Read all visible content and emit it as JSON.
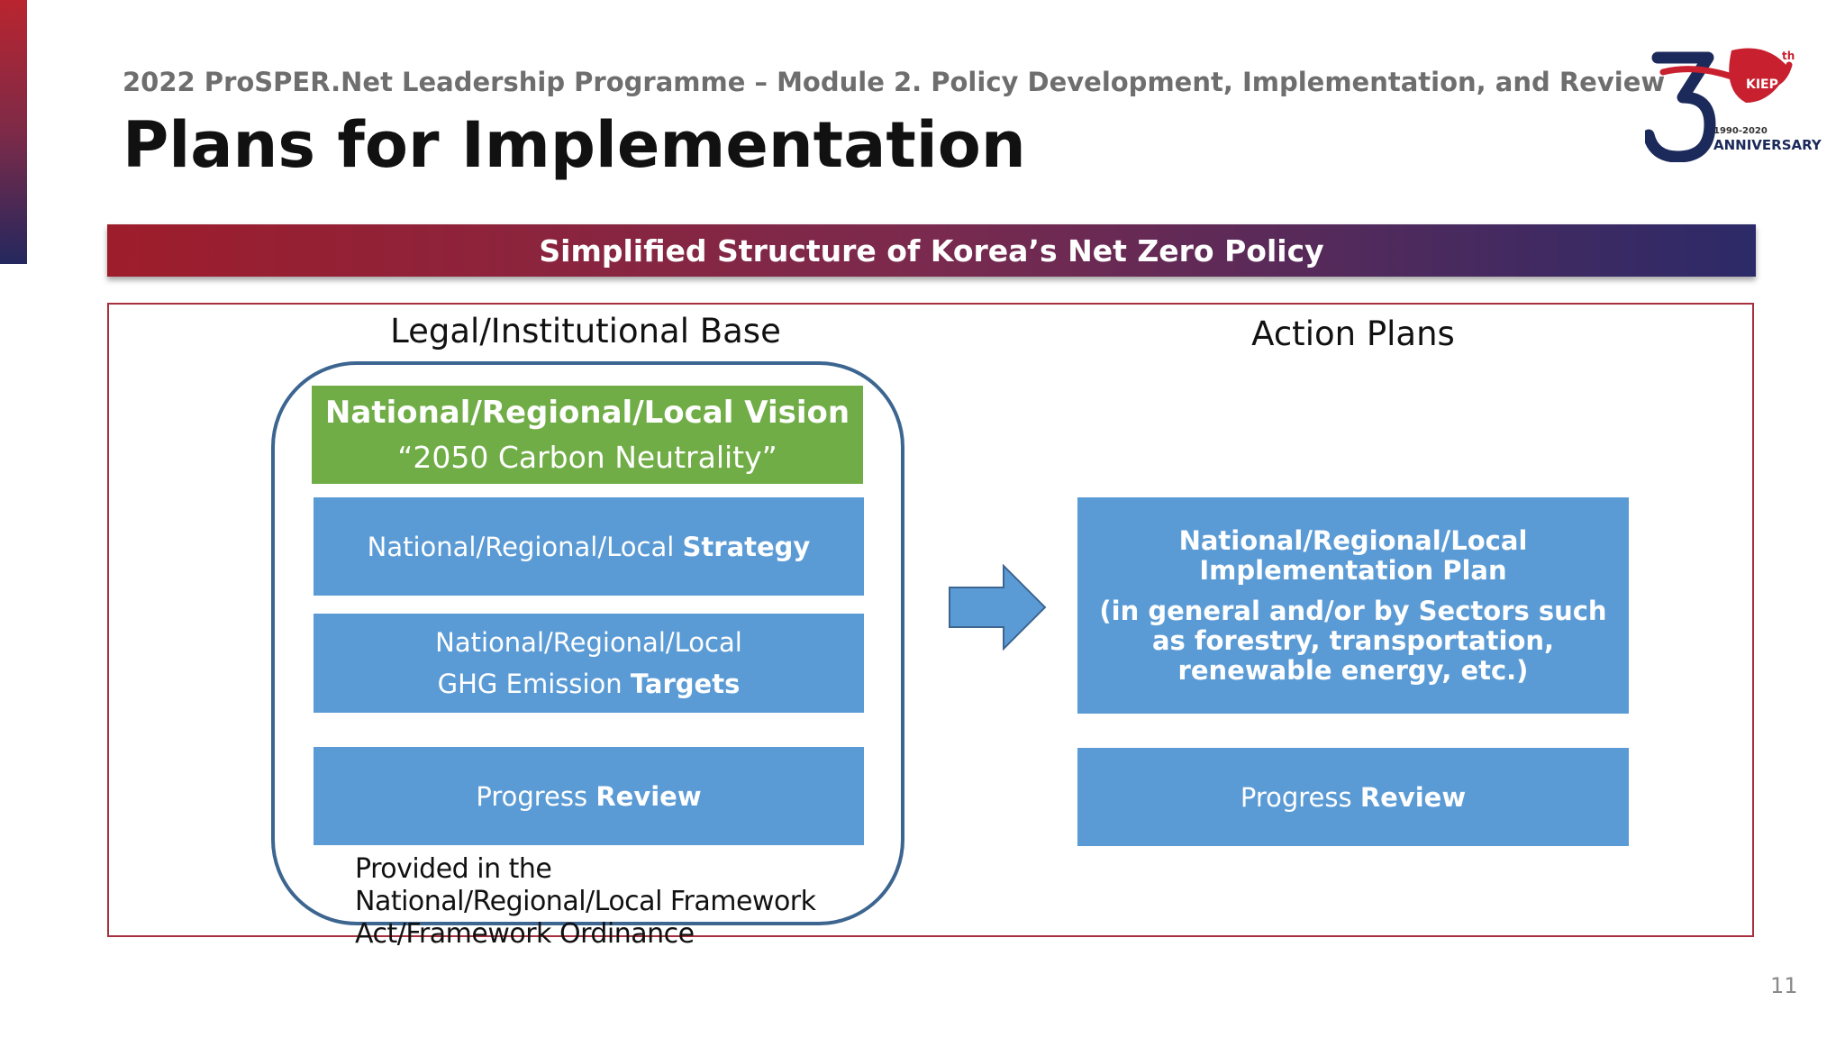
{
  "header": {
    "subtitle": "2022 ProSPER.Net Leadership Programme – Module 2. Policy Development, Implementation, and Review",
    "title": "Plans for Implementation"
  },
  "logo": {
    "badge": "KIEP",
    "superscript": "th",
    "years": "1990-2020",
    "word": "ANNIVERSARY"
  },
  "banner": {
    "text": "Simplified Structure of Korea’s Net Zero Policy"
  },
  "diagram": {
    "legal_heading": "Legal/Institutional Base",
    "action_heading": "Action Plans",
    "vision": {
      "title": "National/Regional/Local Vision",
      "quote": "“2050 Carbon Neutrality”"
    },
    "strategy": {
      "prefix": "National/Regional/Local ",
      "bold": "Strategy"
    },
    "targets": {
      "line1": "National/Regional/Local",
      "prefix": "GHG Emission ",
      "bold": "Targets"
    },
    "progress_left": {
      "prefix": "Progress ",
      "bold": "Review"
    },
    "footnote": "Provided in the National/Regional/Local Framework Act/Framework Ordinance",
    "implementation": {
      "line1": "National/Regional/Local",
      "line2": "Implementation Plan",
      "detail": "(in general and/or by Sectors such as forestry, transportation, renewable energy, etc.)"
    },
    "progress_right": {
      "prefix": "Progress ",
      "bold": "Review"
    }
  },
  "slide_number": "11",
  "colors": {
    "green_box": "#70ad47",
    "blue_box": "#5b9bd5",
    "arrow": "#5b9bd5",
    "frame_border": "#a8303d",
    "container_border": "#3c6590"
  }
}
